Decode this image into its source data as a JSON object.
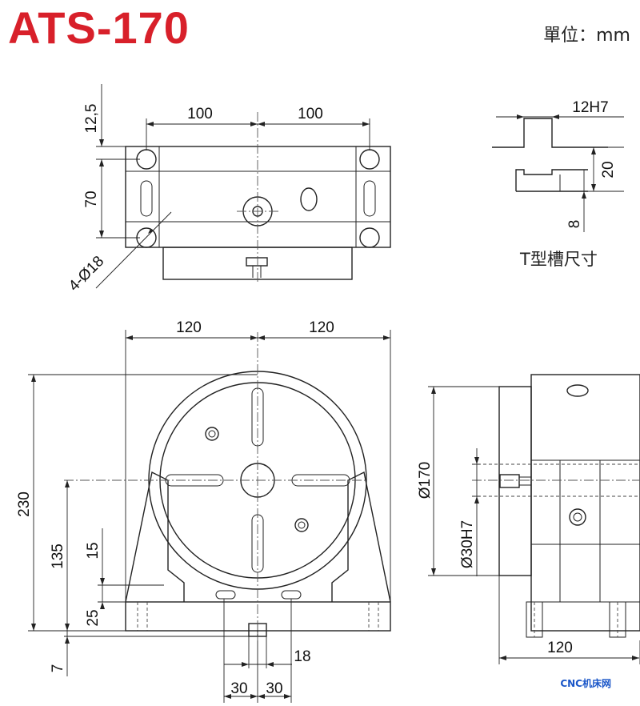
{
  "header": {
    "title": "ATS-170",
    "unit_label": "單位：mm"
  },
  "top_view": {
    "dims": {
      "half_left": "100",
      "half_right": "100",
      "offset_top": "12,5",
      "hole_spacing": "70",
      "holes": "4-Ø18"
    }
  },
  "tslot": {
    "width": "12H7",
    "depth": "20",
    "bottom": "8",
    "label": "T型槽尺寸"
  },
  "front_view": {
    "dims": {
      "half_left": "120",
      "half_right": "120",
      "height": "230",
      "center_height": "135",
      "d15": "15",
      "d25": "25",
      "d7": "7",
      "d18": "18",
      "d30a": "30",
      "d30b": "30"
    }
  },
  "side_view": {
    "dims": {
      "table_dia": "Ø170",
      "bore": "Ø30H7",
      "depth": "120"
    }
  },
  "watermark": "CNC机床网"
}
